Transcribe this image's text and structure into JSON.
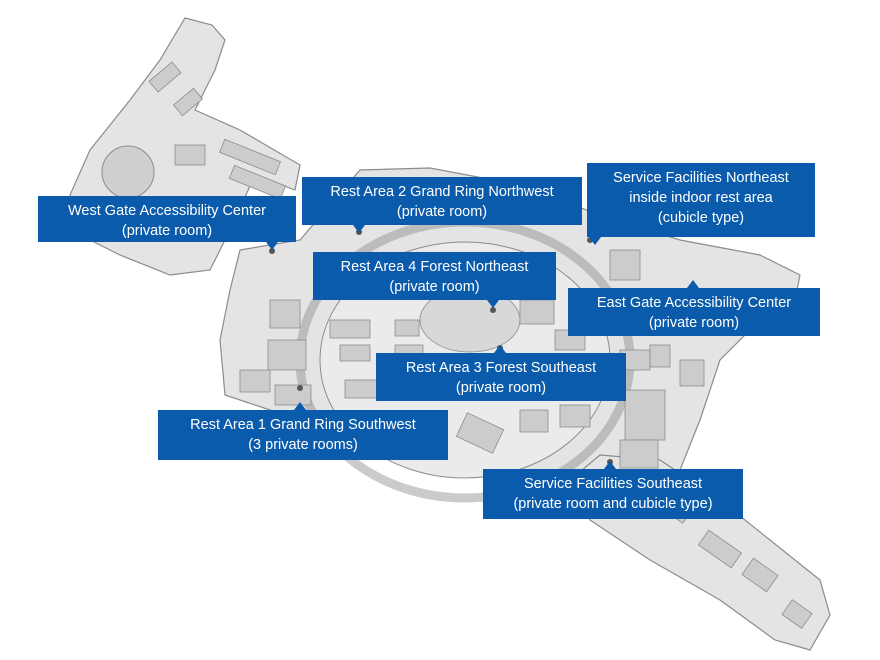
{
  "map": {
    "land_color": "#e4e4e4",
    "building_color": "#cccccc",
    "outline_color": "#8c8c8c",
    "label_bg": "#0a5bab",
    "label_text": "#ffffff"
  },
  "labels": [
    {
      "id": "west-gate",
      "lines": [
        "West Gate Accessibility Center",
        "(private room)"
      ],
      "icon": "restroom-pin"
    },
    {
      "id": "rest-area-2",
      "lines": [
        "Rest Area 2 Grand Ring Northwest",
        "(private room)"
      ],
      "icon": "restroom-pin"
    },
    {
      "id": "service-ne",
      "lines": [
        "Service Facilities Northeast",
        "inside indoor rest area",
        "(cubicle type)"
      ],
      "icon": "restroom-pin"
    },
    {
      "id": "rest-area-4",
      "lines": [
        "Rest Area 4 Forest Northeast",
        "(private room)"
      ],
      "icon": "restroom-pin"
    },
    {
      "id": "east-gate",
      "lines": [
        "East Gate Accessibility Center",
        "(private room)"
      ],
      "icon": "restroom-pin"
    },
    {
      "id": "rest-area-3",
      "lines": [
        "Rest Area 3 Forest Southeast",
        "(private room)"
      ],
      "icon": "restroom-pin"
    },
    {
      "id": "rest-area-1",
      "lines": [
        "Rest Area 1 Grand Ring Southwest",
        "(3 private rooms)"
      ],
      "icon": "restroom-pin"
    },
    {
      "id": "service-se",
      "lines": [
        "Service Facilities Southeast",
        "(private room and cubicle type)"
      ],
      "icon": "restroom-pin"
    }
  ]
}
